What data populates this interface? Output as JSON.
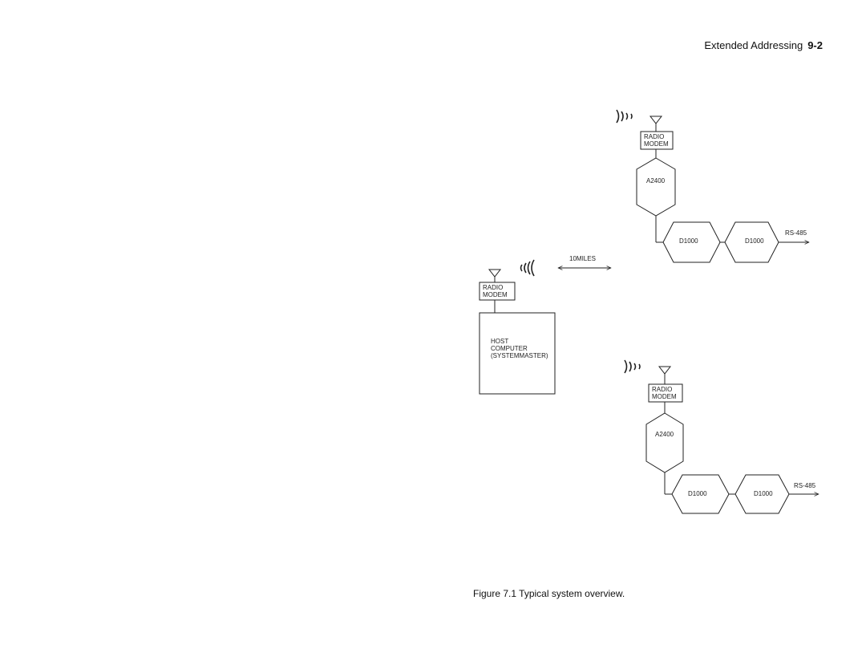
{
  "header": {
    "section": "Extended Addressing",
    "page": "9-2"
  },
  "caption": "Figure 7.1 Typical system overview.",
  "diagram": {
    "master": {
      "modem": [
        "RADIO",
        "MODEM"
      ],
      "host": [
        "HOST",
        "COMPUTER",
        "(SYSTEMMASTER)"
      ]
    },
    "distance_label": "10MILES",
    "remote_sites": [
      {
        "modem": [
          "RADIO",
          "MODEM"
        ],
        "a2400": "A2400",
        "d1000_a": "D1000",
        "d1000_b": "D1000",
        "bus": "RS-485"
      },
      {
        "modem": [
          "RADIO",
          "MODEM"
        ],
        "a2400": "A2400",
        "d1000_a": "D1000",
        "d1000_b": "D1000",
        "bus": "RS-485"
      }
    ]
  }
}
